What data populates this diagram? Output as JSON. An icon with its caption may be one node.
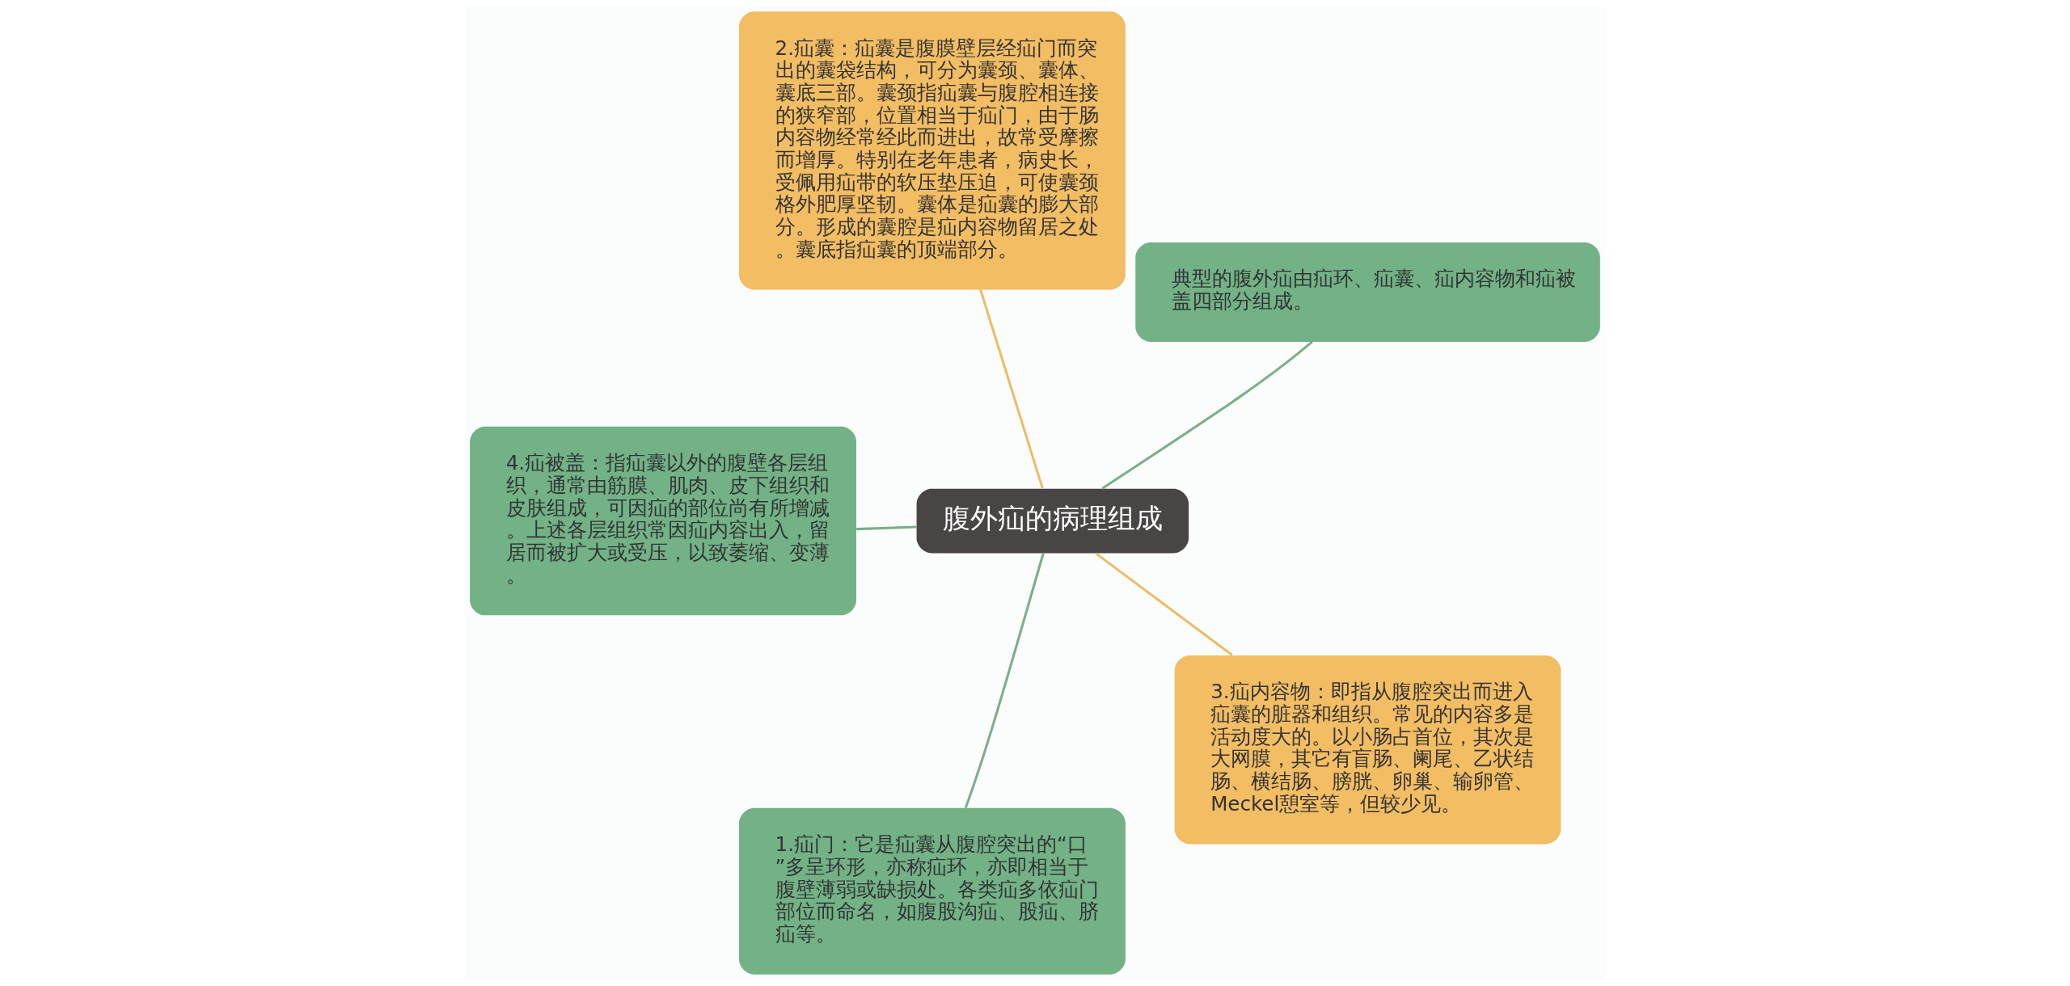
{
  "diagram": {
    "nodes": [
      {
        "text": [
          "腹外疝的病理组成"
        ]
      },
      {
        "text": [
          "典型的腹外疝由疝环、疝囊、疝内容物和疝被盖四部分组成。"
        ]
      },
      {
        "text": [
          "2.疝囊：疝囊是腹膜壁层经疝门而突出的囊袋结构，可分为囊颈、囊体、囊底三部。囊颈指疝囊与腹腔相连接的狭窄部，位置相当于疝门，由于肠内容物经常经此而进出，故常受摩擦而增厚。特别在老年患者，病史长，受佩用疝带的软压垫压迫，可使囊颈格外肥厚坚韧。囊体是疝囊的膨大部分。形成的囊腔是疝内容物留居之处。囊底指疝囊的顶端部分。"
        ]
      },
      {
        "text": [
          "4.疝被盖：指疝囊以外的腹壁各层组织，通常由筋膜、肌肉、皮下组织和皮肤组成，可因疝的部位尚有所增减。上述各层组织常因疝内容出入，留居而被扩大或受压，以致萎缩、变薄。"
        ]
      },
      {
        "text": [
          "1.疝门：它是疝囊从腹腔突出的“口”多呈环形，亦称疝环，亦即相当于腹壁薄弱或缺损处。各类疝多依疝门部位而命名，如腹股沟疝、股疝、脐疝等。"
        ]
      },
      {
        "text": [
          "3.疝内容物：即指从腹腔突出而进入疝囊的脏器和组织。常见的内容多是活动度大的。以小肠占首位，其次是大网膜，其它有盲肠、阑尾、乙状结肠、横结肠、膀胱、卵巢、输卵管、Meckel憩室等，但较少见。"
        ]
      }
    ],
    "edges": [
      {
        "from": 0,
        "to": 1,
        "arrow": "none"
      },
      {
        "from": 0,
        "to": 2,
        "arrow": "none",
        "color": "#eebc66"
      },
      {
        "from": 0,
        "to": 3,
        "arrow": "none"
      },
      {
        "from": 0,
        "to": 4,
        "arrow": "none"
      },
      {
        "from": 0,
        "to": 5,
        "arrow": "none",
        "color": "#eebc66"
      }
    ]
  }
}
